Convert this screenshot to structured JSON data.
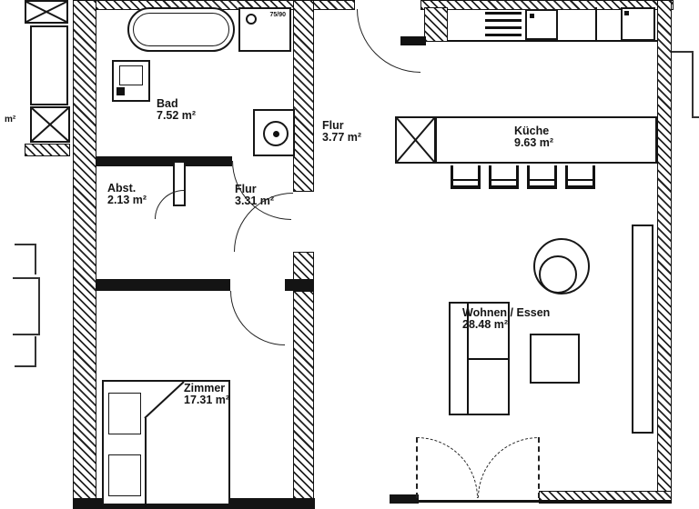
{
  "plan": {
    "rooms": {
      "bad": {
        "name": "Bad",
        "area": "7.52 m²"
      },
      "flur_main": {
        "name": "Flur",
        "area": "3.77 m²"
      },
      "abst": {
        "name": "Abst.",
        "area": "2.13 m²"
      },
      "flur_inner": {
        "name": "Flur",
        "area": "3.31 m²"
      },
      "kueche": {
        "name": "Küche",
        "area": "9.63 m²"
      },
      "wohnen_essen": {
        "name": "Wohnen / Essen",
        "area": "28.48 m²"
      },
      "zimmer": {
        "name": "Zimmer",
        "area": "17.31 m²"
      }
    },
    "annotations": {
      "shower_size": "75/90",
      "edge_fragment": "m²"
    },
    "fixtures": [
      "bathtub",
      "shower",
      "washbasin",
      "washing-machine",
      "kitchen-counter",
      "kitchen-island",
      "bar-chairs",
      "round-table",
      "square-table",
      "sofa",
      "bed",
      "wardrobe",
      "shaft",
      "french-door"
    ],
    "colors": {
      "ink": "#1a1a1a",
      "paper": "#ffffff"
    }
  }
}
